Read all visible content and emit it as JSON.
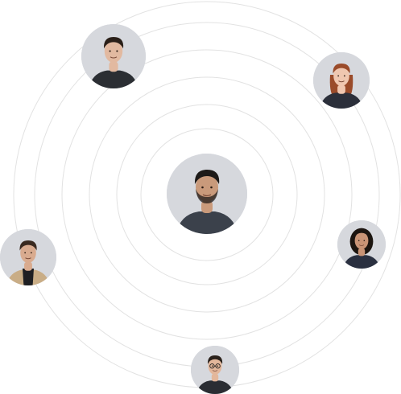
{
  "orbit": {
    "ring_color": "#e2e2e2",
    "ring_count": 6
  },
  "people": [
    {
      "id": "center",
      "role": "center-person",
      "hair": "#1d1a18",
      "skin": "#c99a7b",
      "shirt": "#3b414b",
      "bg": "#d6d8dd",
      "beard": true
    },
    {
      "id": "top-left",
      "hair": "#2a1f18",
      "skin": "#e2b9a0",
      "shirt": "#2b2e33",
      "bg": "#d6d8dd"
    },
    {
      "id": "top-right",
      "hair": "#9a4b2a",
      "skin": "#f0c7b0",
      "shirt": "#2b2f3a",
      "bg": "#d6d8dd",
      "long_hair": true
    },
    {
      "id": "left",
      "hair": "#3a2a20",
      "skin": "#d9ab8f",
      "shirt": "#c9ad86",
      "bg": "#d6d8dd",
      "turtleneck": true
    },
    {
      "id": "right",
      "hair": "#1c1510",
      "skin": "#c99476",
      "shirt": "#2a3040",
      "bg": "#d6d8dd",
      "curly": true
    },
    {
      "id": "bottom",
      "hair": "#2a211b",
      "skin": "#e3b79b",
      "shirt": "#2a2d33",
      "bg": "#d6d8dd",
      "glasses": true
    }
  ]
}
